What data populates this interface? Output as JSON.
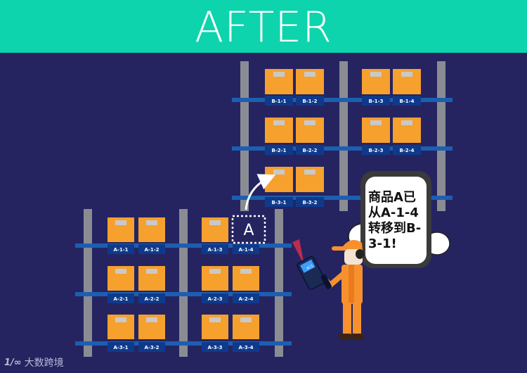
{
  "header": {
    "title": "AFTER"
  },
  "colors": {
    "background": "#252461",
    "header": "#0dd4ac",
    "rack_post": "#8a8c94",
    "rack_beam": "#1c5fb0",
    "box": "#f6a02e",
    "label_plate": "#0f3a8c",
    "worker_orange": "#f6912e"
  },
  "rack_b": {
    "rows": [
      [
        "B-1-1",
        "B-1-2",
        "B-1-3",
        "B-1-4"
      ],
      [
        "B-2-1",
        "B-2-2",
        "B-2-3",
        "B-2-4"
      ],
      [
        "B-3-1",
        "B-3-2"
      ]
    ]
  },
  "rack_a": {
    "rows": [
      [
        "A-1-1",
        "A-1-2",
        "A-1-3",
        "A-1-4"
      ],
      [
        "A-2-1",
        "A-2-2",
        "A-2-3",
        "A-2-4"
      ],
      [
        "A-3-1",
        "A-3-2",
        "A-3-3",
        "A-3-4"
      ]
    ]
  },
  "moved_item": {
    "mark": "A"
  },
  "speech_bubble": {
    "lines": [
      "商品A已",
      "从A-1-4",
      "转移到B-",
      "3-1!"
    ]
  },
  "scanner": {
    "screen_text": "AC1"
  },
  "logo": {
    "mark": "1/∞",
    "text": "大数跨境"
  }
}
